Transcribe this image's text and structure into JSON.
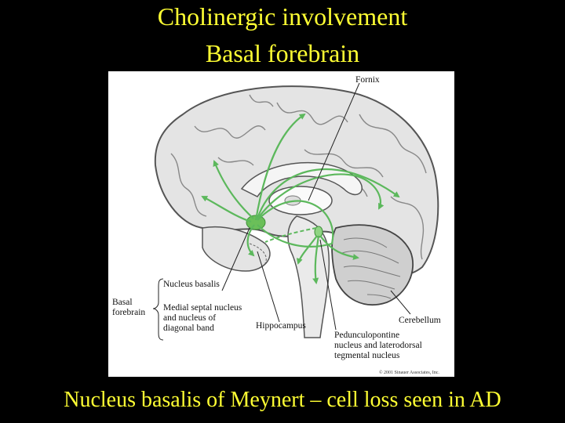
{
  "slide": {
    "title_line1": "Cholinergic involvement",
    "title_line2": "Basal forebrain",
    "caption": "Nucleus basalis of Meynert – cell loss seen in AD"
  },
  "figure": {
    "labels": {
      "fornix": "Fornix",
      "nucleus_basalis": "Nucleus basalis",
      "medial_septal_1": "Medial septal nucleus",
      "medial_septal_2": "and nucleus of",
      "medial_septal_3": "diagonal band",
      "basal_1": "Basal",
      "basal_2": "forebrain",
      "hippocampus": "Hippocampus",
      "ppn_1": "Pedunculopontine",
      "ppn_2": "nucleus and laterodorsal",
      "ppn_3": "tegmental nucleus",
      "cerebellum": "Cerebellum",
      "copyright": "© 2001 Sinauer Associates, Inc."
    },
    "colors": {
      "pathway": "#5cb85c",
      "brain_fill": "#e4e4e4",
      "outline": "#555555",
      "title_text": "#ffff33",
      "background": "#000000"
    }
  }
}
